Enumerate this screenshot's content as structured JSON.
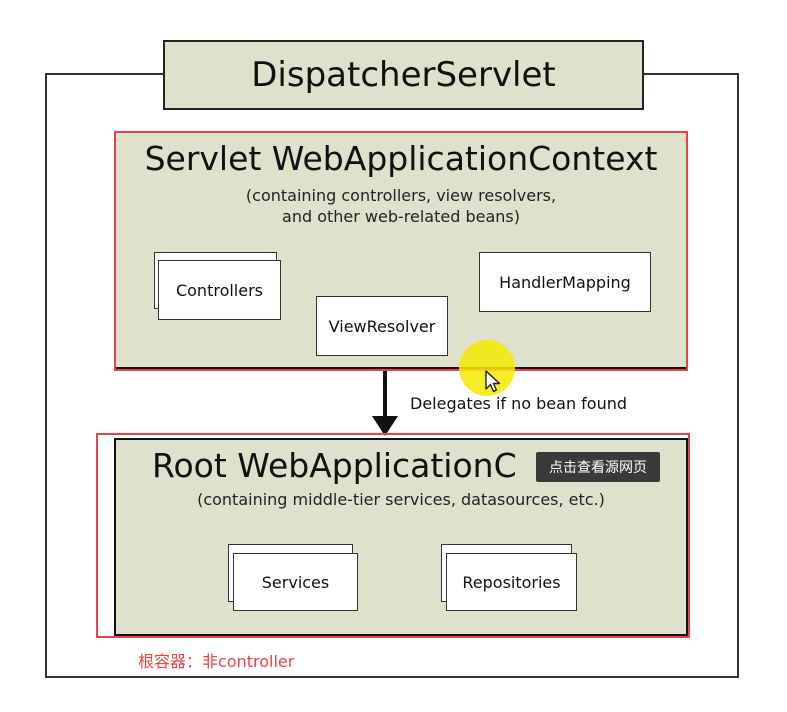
{
  "dispatcher": {
    "title": "DispatcherServlet"
  },
  "servlet_context": {
    "title": "Servlet WebApplicationContext",
    "subtitle_line1": "(containing controllers, view resolvers,",
    "subtitle_line2": "and other web-related beans)",
    "beans": {
      "controllers": "Controllers",
      "view_resolver": "ViewResolver",
      "handler_mapping": "HandlerMapping"
    }
  },
  "delegation": {
    "label": "Delegates if no bean found"
  },
  "root_context": {
    "title": "Root WebApplicationC",
    "subtitle": "(containing middle-tier services, datasources, etc.)",
    "beans": {
      "services": "Services",
      "repositories": "Repositories"
    },
    "note": "根容器：非controller"
  },
  "tooltip": {
    "text": "点击查看源网页"
  },
  "colors": {
    "box_fill": "#dfe1cc",
    "highlight_red": "#e8434a",
    "cursor_halo": "#f4ea00"
  },
  "icons": {
    "cursor": "mouse-pointer-icon"
  }
}
